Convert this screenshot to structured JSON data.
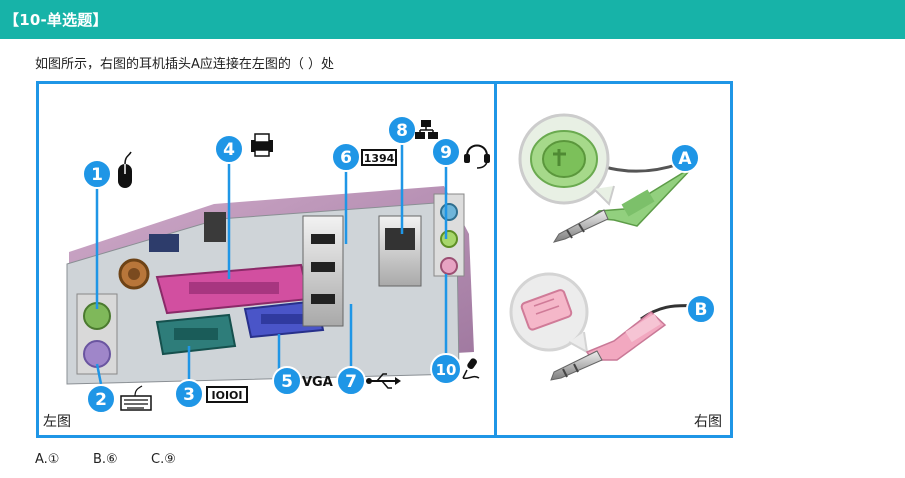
{
  "header": {
    "title": "【10-单选题】"
  },
  "question": {
    "text": "如图所示，右图的耳机插头A应连接在左图的（    ）处"
  },
  "figure": {
    "left_caption": "左图",
    "right_caption": "右图",
    "port_numbers": [
      "1",
      "2",
      "3",
      "4",
      "5",
      "6",
      "7",
      "8",
      "9",
      "10"
    ],
    "port_labels": {
      "firewire": "1394",
      "vga": "VGA",
      "serial": "IOIOI"
    },
    "icons": {
      "p1": "mouse-icon",
      "p2": "keyboard-icon",
      "p3": "serial-port-icon",
      "p4": "printer-icon",
      "p5": "vga-label",
      "p6": "firewire-label",
      "p7": "usb-icon",
      "p8": "network-icon",
      "p9": "headphones-icon",
      "p10": "microphone-icon"
    },
    "plug_labels": [
      "A",
      "B"
    ],
    "colors": {
      "accent": "#1f96e6",
      "header": "#17b3a8",
      "plug_a": "#78c878",
      "plug_b": "#f2a8c0"
    }
  },
  "options": [
    {
      "label": "A.①"
    },
    {
      "label": "B.⑥"
    },
    {
      "label": "C.⑨"
    }
  ]
}
